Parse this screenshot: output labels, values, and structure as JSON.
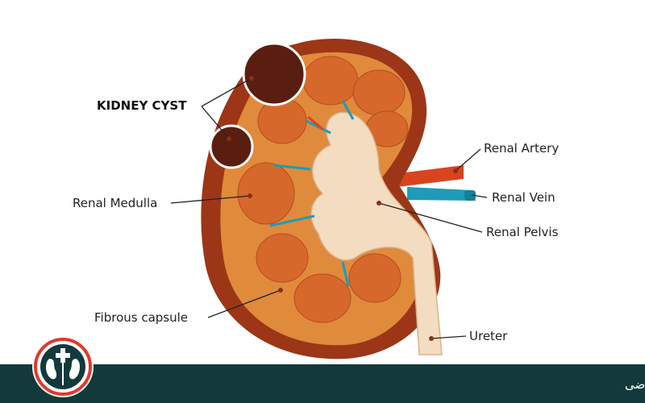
{
  "labels": {
    "kidney_cyst": "KIDNEY CYST",
    "renal_medulla": "Renal Medulla",
    "fibrous_capsule": "Fibrous capsule",
    "renal_artery": "Renal Artery",
    "renal_vein": "Renal Vein",
    "renal_pelvis": "Renal Pelvis",
    "ureter": "Ureter"
  },
  "footer": {
    "clinic_name": "مطب اورولوژی دکتر مهدی قاضی",
    "logo_icon": "kidney-cross-logo"
  },
  "colors": {
    "outer_capsule": "#9c3617",
    "cortex": "#e08a3c",
    "medulla": "#d7682c",
    "pelvis": "#f3dcc0",
    "cyst": "#5a1e10",
    "artery": "#d9441f",
    "vein": "#1e9bb8",
    "footer_bg": "#123a3c",
    "logo_ring": "#e03a2a"
  }
}
